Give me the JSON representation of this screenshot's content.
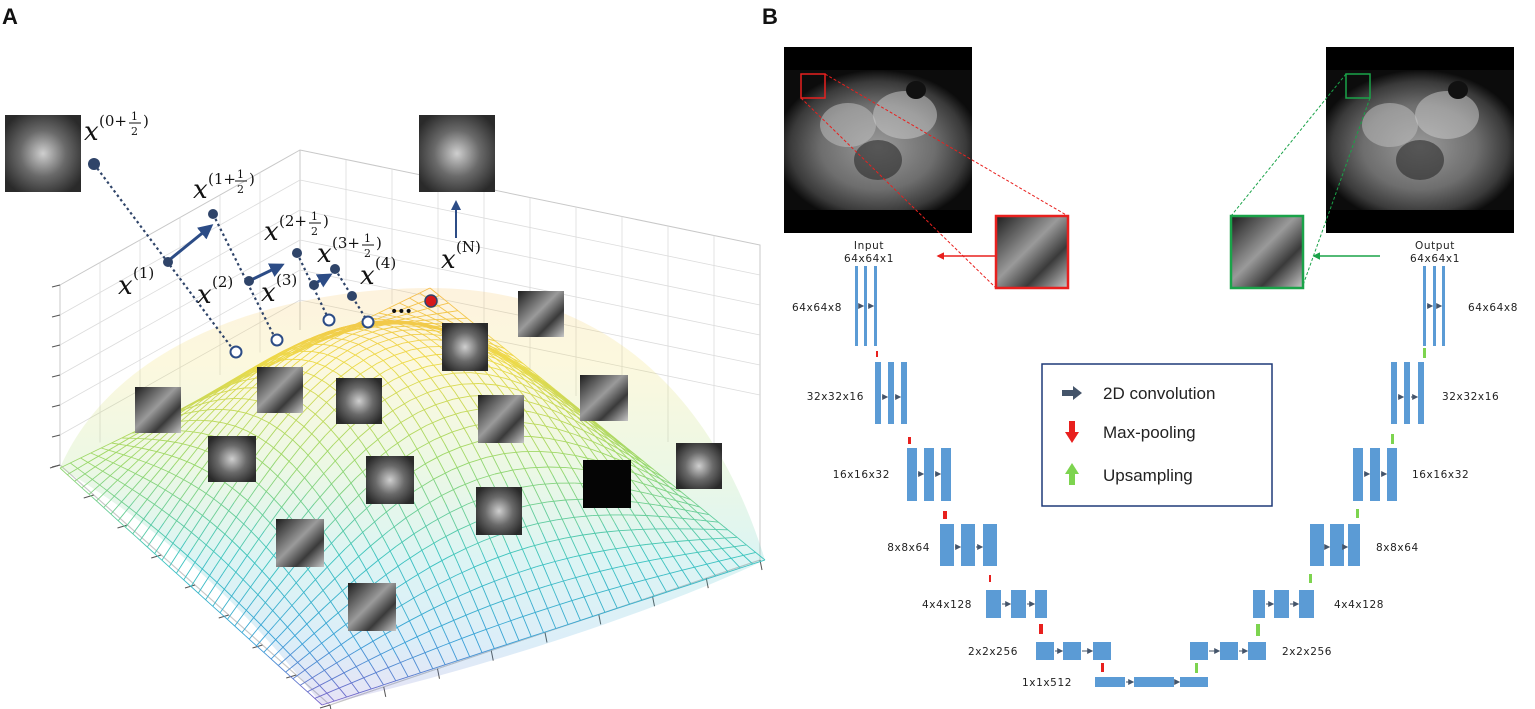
{
  "panel_a": {
    "letter": "A",
    "labels": {
      "x_half0": "x",
      "x_half0_sup": "(0+",
      "x1": "x",
      "x1_sup": "(1)",
      "x_half1": "x",
      "x_half1_sup": "(1+",
      "x2": "x",
      "x2_sup": "(2)",
      "x_half2": "x",
      "x_half2_sup": "(2+",
      "x3": "x",
      "x3_sup": "(3)",
      "x_half3": "x",
      "x_half3_sup": "(3+",
      "x4": "x",
      "x4_sup": "(4)",
      "xN": "x",
      "xN_sup": "(N)",
      "half_num": "1",
      "half_den": "2",
      "close_paren": ")",
      "ellipsis": "•••"
    },
    "colors": {
      "point": "#2f4469",
      "arrow": "#2c4c86",
      "final_point": "#d4191c"
    }
  },
  "panel_b": {
    "letter": "B",
    "input_label": "Input",
    "input_dims": "64x64x1",
    "output_label": "Output",
    "output_dims": "64x64x1",
    "encoder_dims": [
      "64x64x8",
      "32x32x16",
      "16x16x32",
      "8x8x64",
      "4x4x128",
      "2x2x256",
      "1x1x512"
    ],
    "decoder_dims": [
      "64x64x8",
      "32x32x16",
      "16x16x32",
      "8x8x64",
      "4x4x128",
      "2x2x256"
    ],
    "legend": {
      "conv": "2D convolution",
      "pool": "Max-pooling",
      "up": "Upsampling"
    },
    "colors": {
      "block": "#5b9bd5",
      "conv_arrow": "#44546a",
      "pool": "#e8201e",
      "up": "#7dd44f",
      "input_box": "#e8201e",
      "output_box": "#1aa349",
      "legend_border": "#1f3a78"
    }
  }
}
